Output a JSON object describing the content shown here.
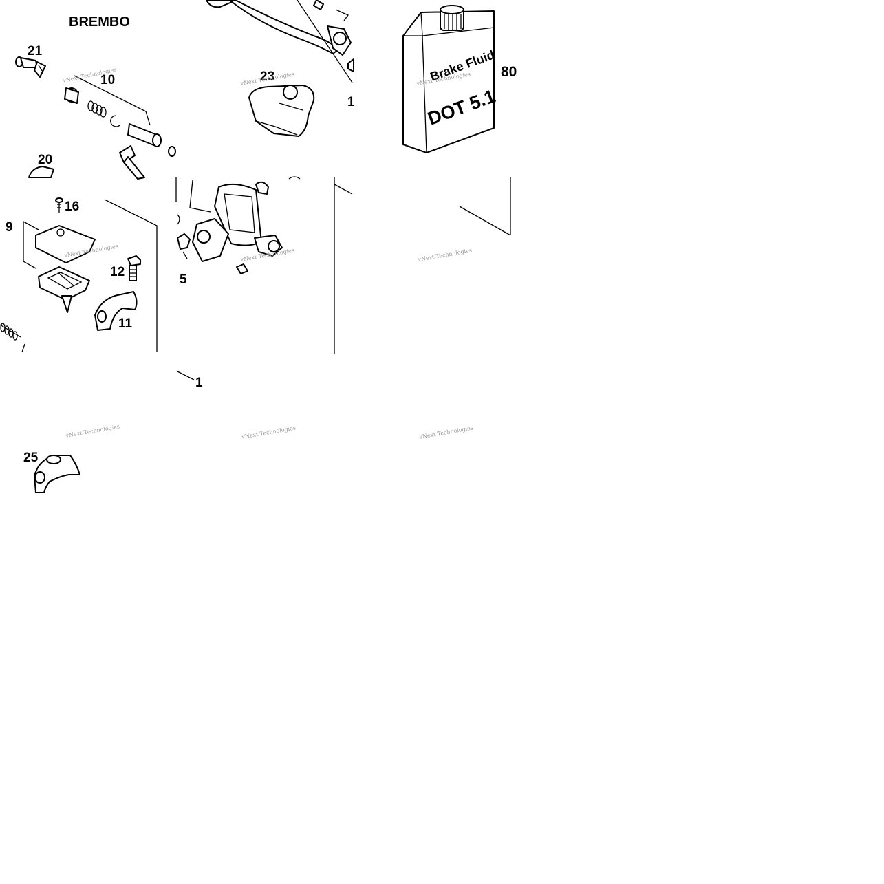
{
  "diagram": {
    "brand": "BREMBO",
    "callouts": {
      "p21": "21",
      "p10": "10",
      "p23": "23",
      "p1_top": "1",
      "p80": "80",
      "p20": "20",
      "p16": "16",
      "p9": "9",
      "p12": "12",
      "p11": "11",
      "p5": "5",
      "p1_bottom": "1",
      "p25": "25"
    },
    "fluid_label_line1": "Brake Fluid",
    "fluid_label_line2": "DOT 5.1",
    "watermark": "vNext Technologies"
  }
}
